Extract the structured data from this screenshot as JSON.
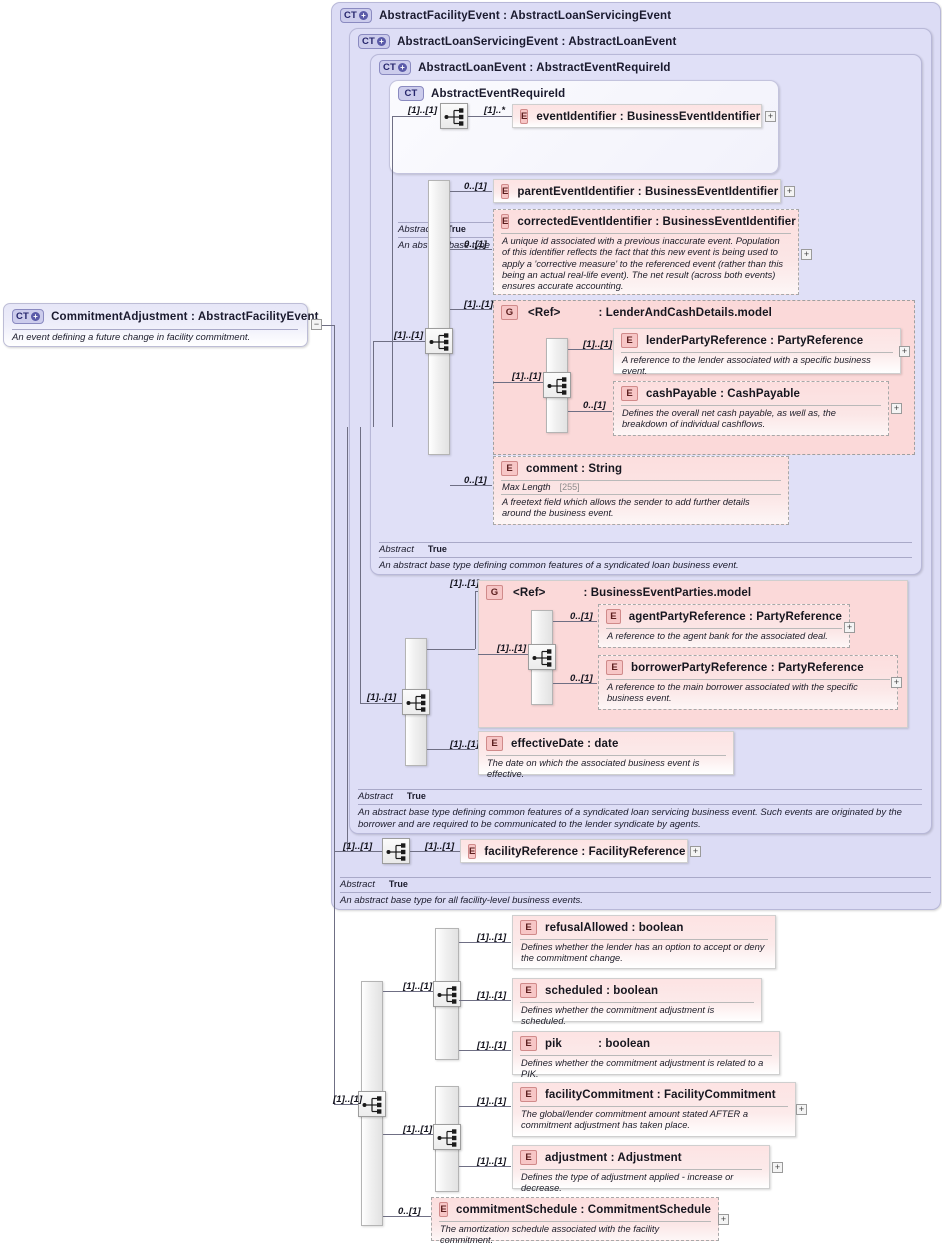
{
  "diagram": {
    "kind": "xsd-schema-diagram",
    "root": {
      "tag": "CT",
      "expandable": true,
      "title": "CommitmentAdjustment : AbstractFacilityEvent",
      "doc": "An event defining a future change in facility commitment.",
      "toggle": "−"
    },
    "containers": [
      {
        "id": "abstractFacilityEvent",
        "tag": "CT",
        "expandable": true,
        "title": "AbstractFacilityEvent : AbstractLoanServicingEvent",
        "abstract_key": "Abstract",
        "abstract_value": "True",
        "doc": "An abstract base type for all facility-level business events."
      },
      {
        "id": "abstractLoanServicingEvent",
        "tag": "CT",
        "expandable": true,
        "title": "AbstractLoanServicingEvent : AbstractLoanEvent",
        "abstract_key": "Abstract",
        "abstract_value": "True",
        "doc": "An abstract base type defining common features of a syndicated loan servicing business event. Such events are originated by the borrower and are required to be communicated to the lender syndicate by agents."
      },
      {
        "id": "abstractLoanEvent",
        "tag": "CT",
        "expandable": true,
        "title": "AbstractLoanEvent : AbstractEventRequireId",
        "abstract_key": "Abstract",
        "abstract_value": "True",
        "doc": "An abstract base type defining common features of a syndicated loan business event."
      },
      {
        "id": "abstractEventRequireId",
        "tag": "CT",
        "expandable": false,
        "title": "AbstractEventRequireId",
        "abstract_key": "Abstract",
        "abstract_value": "True",
        "doc": "An abstract base type for all loan business events."
      }
    ],
    "groups": [
      {
        "id": "lenderAndCashDetails",
        "tag": "G",
        "ref_label": "<Ref>",
        "title": ": LenderAndCashDetails.model"
      },
      {
        "id": "businessEventParties",
        "tag": "G",
        "ref_label": "<Ref>",
        "title": ": BusinessEventParties.model"
      }
    ],
    "elements": [
      {
        "id": "eventIdentifier",
        "tag": "E",
        "name": "eventIdentifier : BusinessEventIdentifier",
        "cardinality": "[1]..*",
        "doc": "",
        "expand": "+"
      },
      {
        "id": "parentEventIdentifier",
        "tag": "E",
        "name": "parentEventIdentifier : BusinessEventIdentifier",
        "cardinality": "0..[1]",
        "doc": "",
        "expand": "+"
      },
      {
        "id": "correctedEventIdentifier",
        "tag": "E",
        "name": "correctedEventIdentifier : BusinessEventIdentifier",
        "cardinality": "0..[1]",
        "doc": "A unique id associated with a previous inaccurate event. Population of this identifier reflects the fact that this new event is being used to apply a 'corrective measure' to the referenced event (rather than this being an actual real-life event). The net result (across both events) ensures accurate accounting.",
        "expand": "+"
      },
      {
        "id": "lenderPartyReference",
        "tag": "E",
        "name": "lenderPartyReference : PartyReference",
        "cardinality": "[1]..[1]",
        "doc": "A reference to the lender associated with a specific business event.",
        "expand": "+"
      },
      {
        "id": "cashPayable",
        "tag": "E",
        "name": "cashPayable : CashPayable",
        "cardinality": "0..[1]",
        "doc": "Defines the overall net cash payable, as well as, the breakdown of individual cashflows.",
        "expand": "+"
      },
      {
        "id": "comment",
        "tag": "E",
        "name": "comment : String",
        "cardinality": "0..[1]",
        "facet_key": "Max Length",
        "facet_value": "[255]",
        "doc": "A freetext field which allows the sender to add further details around the business event.",
        "expand": ""
      },
      {
        "id": "agentPartyReference",
        "tag": "E",
        "name": "agentPartyReference : PartyReference",
        "cardinality": "0..[1]",
        "doc": "A reference to the agent bank for the associated deal.",
        "expand": "+"
      },
      {
        "id": "borrowerPartyReference",
        "tag": "E",
        "name": "borrowerPartyReference : PartyReference",
        "cardinality": "0..[1]",
        "doc": "A reference to the main borrower associated with the specific business event.",
        "expand": "+"
      },
      {
        "id": "effectiveDate",
        "tag": "E",
        "name": "effectiveDate : date",
        "cardinality": "[1]..[1]",
        "doc": "The date on which the associated business event is effective.",
        "expand": ""
      },
      {
        "id": "facilityReference",
        "tag": "E",
        "name": "facilityReference : FacilityReference",
        "cardinality": "[1]..[1]",
        "doc": "",
        "expand": "+"
      },
      {
        "id": "refusalAllowed",
        "tag": "E",
        "name": "refusalAllowed : boolean",
        "cardinality": "[1]..[1]",
        "doc": "Defines whether the lender has an option to accept or deny the commitment change.",
        "expand": ""
      },
      {
        "id": "scheduled",
        "tag": "E",
        "name": "scheduled : boolean",
        "cardinality": "[1]..[1]",
        "doc": "Defines whether the commitment adjustment is scheduled.",
        "expand": ""
      },
      {
        "id": "pik",
        "tag": "E",
        "name": "pik           : boolean",
        "cardinality": "[1]..[1]",
        "doc": "Defines whether the commitment adjustment is related to a PIK.",
        "expand": ""
      },
      {
        "id": "facilityCommitment",
        "tag": "E",
        "name": "facilityCommitment : FacilityCommitment",
        "cardinality": "[1]..[1]",
        "doc": "The global/lender commitment amount stated AFTER a commitment adjustment has taken place.",
        "expand": "+"
      },
      {
        "id": "adjustment",
        "tag": "E",
        "name": "adjustment : Adjustment",
        "cardinality": "[1]..[1]",
        "doc": "Defines the type of adjustment applied - increase or decrease.",
        "expand": "+"
      },
      {
        "id": "commitmentSchedule",
        "tag": "E",
        "name": "commitmentSchedule : CommitmentSchedule",
        "cardinality": "0..[1]",
        "doc": "The amortization schedule associated with the facility commitment.",
        "expand": "+"
      }
    ],
    "sequences": [
      {
        "id": "seq-eventRequireId",
        "cardinality": "[1]..[1]"
      },
      {
        "id": "seq-loanEvent",
        "cardinality": "[1]..[1]"
      },
      {
        "id": "seq-lenderCash",
        "cardinality": "[1]..[1]"
      },
      {
        "id": "seq-loanServicing",
        "cardinality": "[1]..[1]"
      },
      {
        "id": "seq-eventParties",
        "cardinality": "[1]..[1]"
      },
      {
        "id": "seq-facilityEvent",
        "cardinality": "[1]..[1]"
      },
      {
        "id": "seq-adjustmentRoot",
        "cardinality": "[1]..[1]"
      },
      {
        "id": "seq-booleans",
        "cardinality": "[1]..[1]"
      },
      {
        "id": "seq-amounts",
        "cardinality": "[1]..[1]"
      }
    ],
    "colors": {
      "container_fill": "#dcdcf5",
      "element_fill": "#fce2e2",
      "group_fill": "#fbd9d9",
      "line": "#6f6f84",
      "tag_ct_fill": "#ccccec",
      "tag_e_fill": "#f7c6c6"
    }
  }
}
